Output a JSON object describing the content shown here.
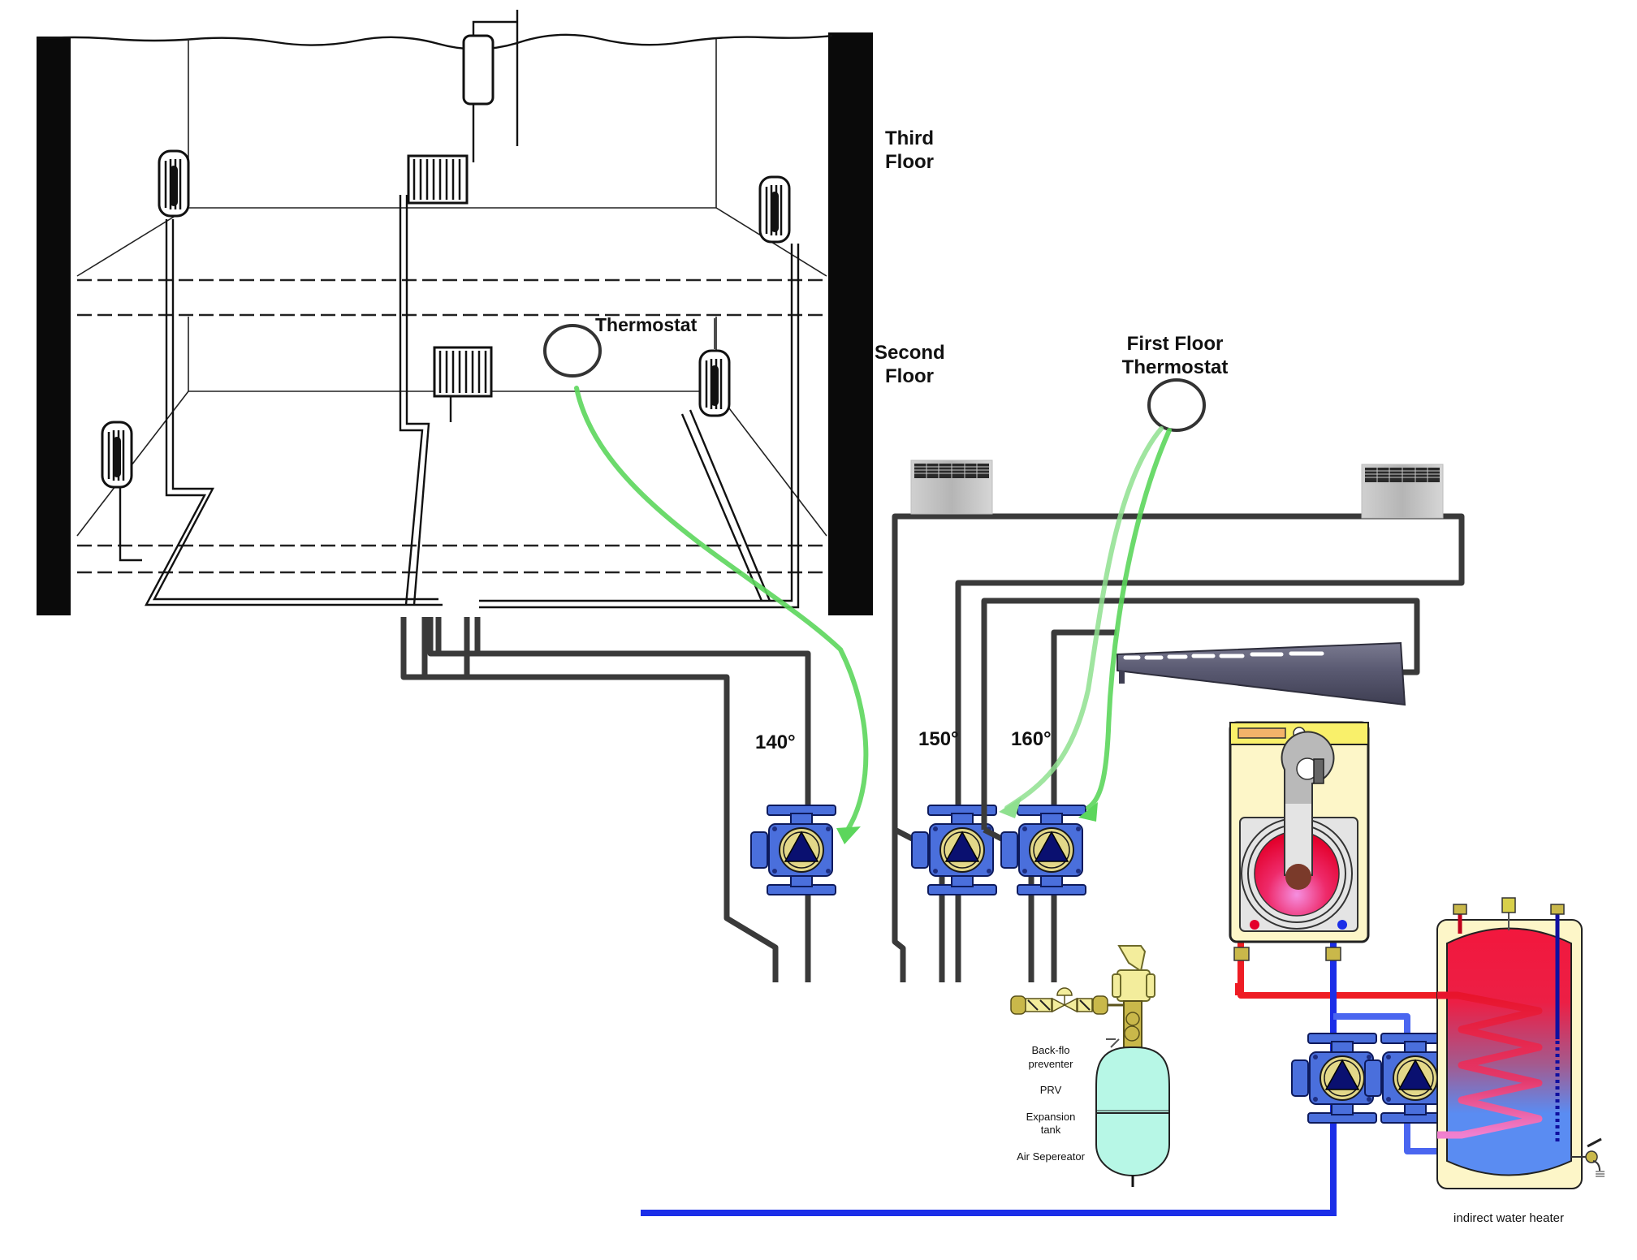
{
  "diagram": {
    "title": "Hydronic heating system with three temperature zones and indirect water heater",
    "floor_labels": {
      "third": [
        "Third",
        "Floor"
      ],
      "second": [
        "Second",
        "Floor"
      ]
    },
    "thermostats": {
      "upper": {
        "label": "Thermostat"
      },
      "first_floor": {
        "label_lines": [
          "First Floor",
          "Thermostat"
        ]
      }
    },
    "zones": [
      {
        "id": "zone-140",
        "temperature_label": "140°",
        "emitter": "cast-iron radiators (upper floors)"
      },
      {
        "id": "zone-150",
        "temperature_label": "150°",
        "emitter": "panel radiators"
      },
      {
        "id": "zone-160",
        "temperature_label": "160°",
        "emitter": "baseboard convector"
      }
    ],
    "components_legend": [
      {
        "lines": [
          "Back-flo",
          "preventer"
        ]
      },
      {
        "lines": [
          "PRV"
        ]
      },
      {
        "lines": [
          "Expansion",
          "tank"
        ]
      },
      {
        "lines": [
          "Air Sepereator"
        ]
      }
    ],
    "water_heater": {
      "label": "indirect water heater"
    },
    "colors": {
      "supply_hot": "#ee1c24",
      "return_cold": "#1b2ee8",
      "control_wire": "#5cd65c",
      "zone_pipe": "#3a3a3a",
      "pump_blue": "#4a6fdc",
      "pump_core": "#0a1070",
      "pump_ring": "#e3d889",
      "boiler_cream": "#fdf6c8",
      "tank_mint": "#b7f7e6"
    }
  }
}
